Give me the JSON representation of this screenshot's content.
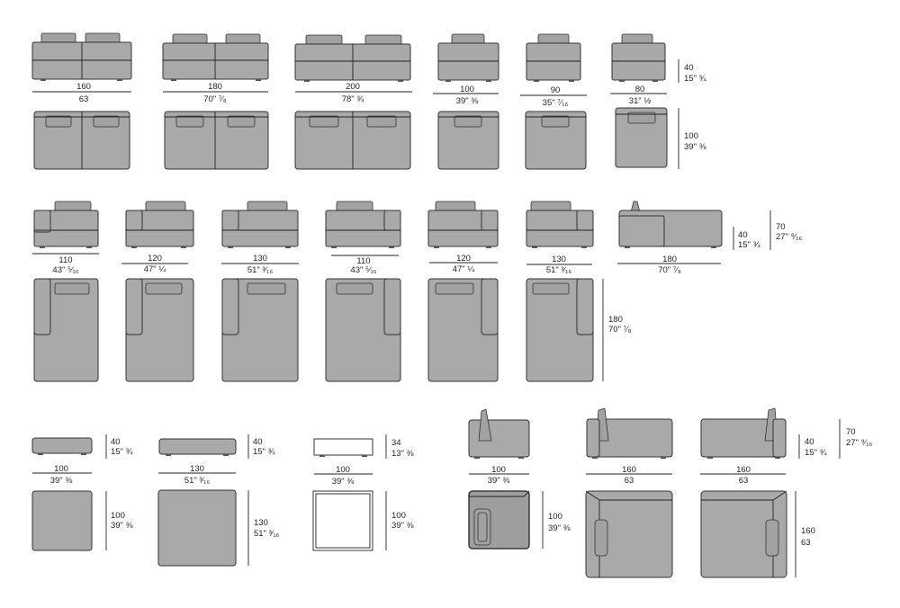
{
  "modules": [
    {
      "id": "sofa-160",
      "w": "160",
      "wi": "63"
    },
    {
      "id": "sofa-180",
      "w": "180",
      "wi": "70\" ⁷⁄₈"
    },
    {
      "id": "sofa-200",
      "w": "200",
      "wi": "78\" ¾"
    },
    {
      "id": "sofa-100",
      "w": "100",
      "wi": "39\" ⅜"
    },
    {
      "id": "sofa-90",
      "w": "90",
      "wi": "35\" ⁷⁄₁₆"
    },
    {
      "id": "sofa-80",
      "w": "80",
      "wi": "31\" ½"
    },
    {
      "id": "chaise-110-left",
      "w": "110",
      "wi": "43\" ⁵⁄₁₆"
    },
    {
      "id": "chaise-120-left",
      "w": "120",
      "wi": "47\" ¼"
    },
    {
      "id": "chaise-130-left",
      "w": "130",
      "wi": "51\" ³⁄₁₆"
    },
    {
      "id": "chaise-110-right",
      "w": "110",
      "wi": "43\" ⁵⁄₁₆"
    },
    {
      "id": "chaise-120-right",
      "w": "120",
      "wi": "47\" ¼"
    },
    {
      "id": "chaise-130-right",
      "w": "130",
      "wi": "51\" ³⁄₁₆"
    },
    {
      "id": "chaise-side",
      "w": "180",
      "wi": "70\" ⁷⁄₈"
    },
    {
      "id": "pouf-100",
      "w": "100",
      "wi": "39\" ⅜"
    },
    {
      "id": "pouf-130",
      "w": "130",
      "wi": "51\" ³⁄₁₆"
    },
    {
      "id": "table-100",
      "w": "100",
      "wi": "39\" ⅜"
    },
    {
      "id": "corner-100",
      "w": "100",
      "wi": "39\" ⅜"
    },
    {
      "id": "end-160-left",
      "w": "160",
      "wi": "63"
    },
    {
      "id": "end-160-right",
      "w": "160",
      "wi": "63"
    }
  ],
  "vertical_dims": [
    {
      "id": "row1-height",
      "cm": "40",
      "in": "15\" ¾"
    },
    {
      "id": "row1-depth",
      "cm": "100",
      "in": "39\" ⅜"
    },
    {
      "id": "row2-depth",
      "cm": "180",
      "in": "70\" ⁷⁄₈"
    },
    {
      "id": "row2-seat-height",
      "cm": "40",
      "in": "15\" ¾"
    },
    {
      "id": "row2-back-height",
      "cm": "70",
      "in": "27\" ⁹⁄₁₆"
    },
    {
      "id": "pouf100-height",
      "cm": "40",
      "in": "15\" ¾"
    },
    {
      "id": "pouf100-depth",
      "cm": "100",
      "in": "39\" ⅜"
    },
    {
      "id": "pouf130-height",
      "cm": "40",
      "in": "15\" ¾"
    },
    {
      "id": "pouf130-depth",
      "cm": "130",
      "in": "51\" ³⁄₁₆"
    },
    {
      "id": "table-height",
      "cm": "34",
      "in": "13\" ⅜"
    },
    {
      "id": "table-depth",
      "cm": "100",
      "in": "39\" ⅜"
    },
    {
      "id": "corner-depth",
      "cm": "100",
      "in": "39\" ⅜"
    },
    {
      "id": "end-seat-height",
      "cm": "40",
      "in": "15\" ¾"
    },
    {
      "id": "end-back-height",
      "cm": "70",
      "in": "27\" ⁹⁄₁₆"
    },
    {
      "id": "end-depth",
      "cm": "160",
      "in": "63"
    }
  ]
}
